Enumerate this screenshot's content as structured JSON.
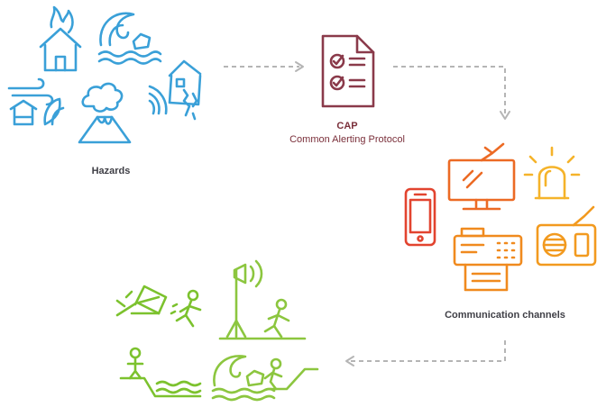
{
  "labels": {
    "hazards": "Hazards",
    "cap_title": "CAP",
    "cap_subtitle": "Common Alerting Protocol",
    "channels": "Communication channels"
  },
  "colors": {
    "hazards": "#3aa0d8",
    "cap": "#8a3a4a",
    "channels_red": "#e2442f",
    "channels_orange": "#f08a1e",
    "channels_yellow": "#f5b32a",
    "response": "#7cc22e",
    "arrow": "#b5b5b5"
  },
  "icons": {
    "hazards": [
      "house-fire-icon",
      "tsunami-icon",
      "storm-wind-icon",
      "volcano-icon",
      "earthquake-icon"
    ],
    "cap": "checklist-document-icon",
    "channels": [
      "mobile-phone-icon",
      "television-icon",
      "fax-machine-icon",
      "siren-light-icon",
      "radio-icon"
    ],
    "response": [
      "landslide-escape-icon",
      "loudspeaker-alert-icon",
      "cliff-person-icon",
      "flood-escape-icon"
    ]
  }
}
